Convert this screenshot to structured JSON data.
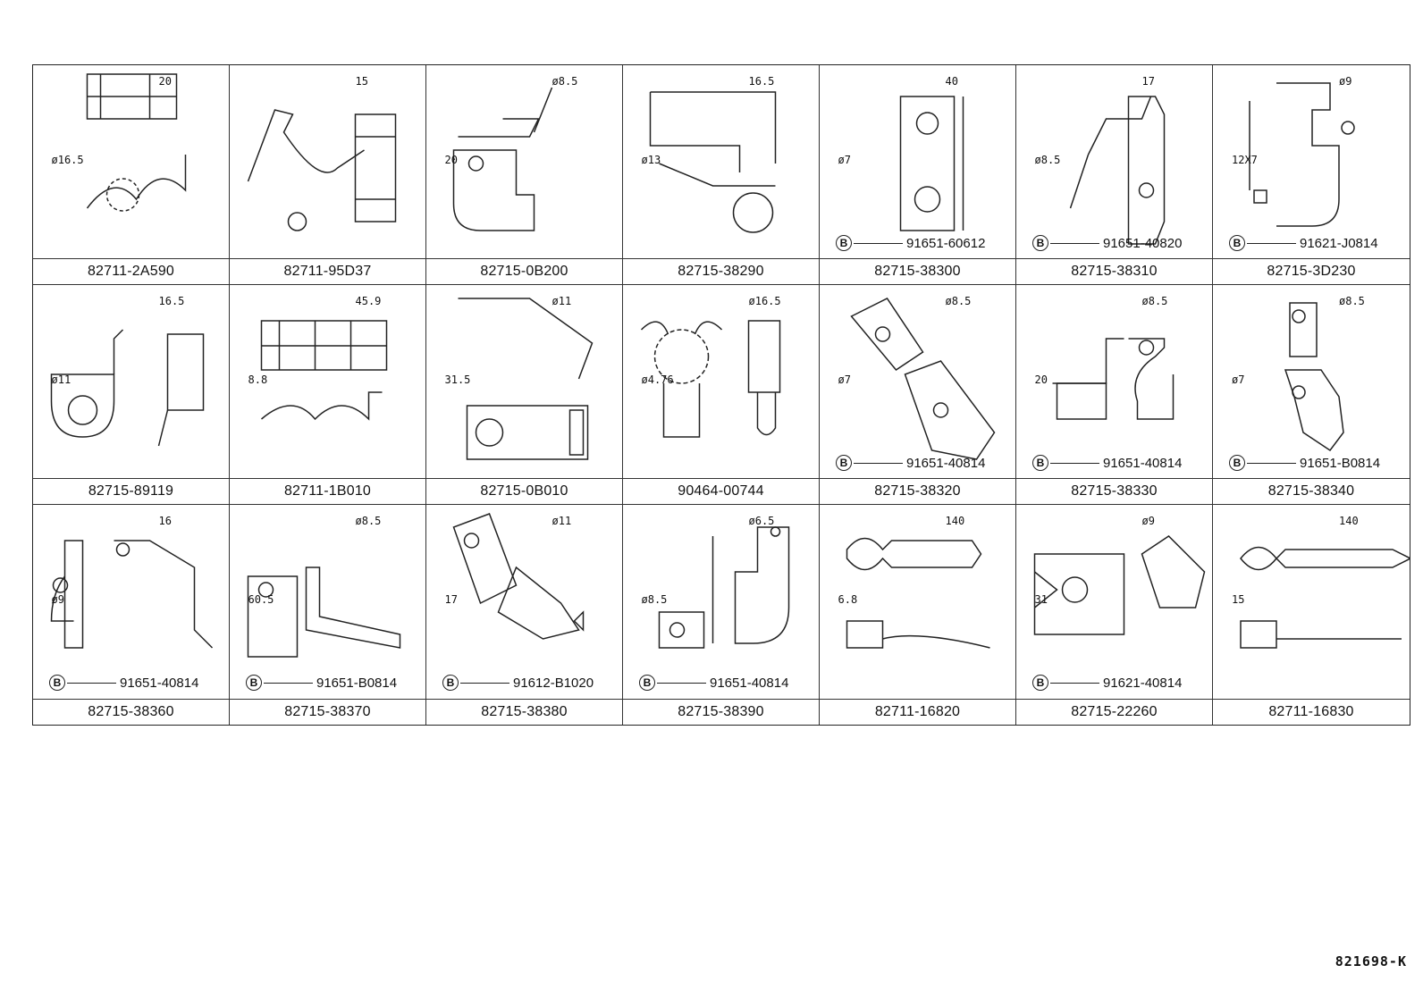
{
  "diagram_code": "821698-K",
  "bolt_mark": "B",
  "cells": [
    {
      "part": "82711-2A590",
      "dims": [
        "20",
        "ø16.5"
      ],
      "bolt": ""
    },
    {
      "part": "82711-95D37",
      "dims": [
        "15"
      ],
      "bolt": ""
    },
    {
      "part": "82715-0B200",
      "dims": [
        "ø8.5",
        "20"
      ],
      "bolt": ""
    },
    {
      "part": "82715-38290",
      "dims": [
        "16.5",
        "ø13"
      ],
      "bolt": ""
    },
    {
      "part": "82715-38300",
      "dims": [
        "40",
        "ø7"
      ],
      "bolt": "91651-60612"
    },
    {
      "part": "82715-38310",
      "dims": [
        "17",
        "ø8.5"
      ],
      "bolt": "91651-40820"
    },
    {
      "part": "82715-3D230",
      "dims": [
        "ø9",
        "12X7"
      ],
      "bolt": "91621-J0814"
    },
    {
      "part": "82715-89119",
      "dims": [
        "16.5",
        "ø11"
      ],
      "bolt": ""
    },
    {
      "part": "82711-1B010",
      "dims": [
        "45.9",
        "8.8"
      ],
      "bolt": ""
    },
    {
      "part": "82715-0B010",
      "dims": [
        "ø11",
        "31.5"
      ],
      "bolt": ""
    },
    {
      "part": "90464-00744",
      "dims": [
        "ø16.5",
        "ø4.76"
      ],
      "bolt": ""
    },
    {
      "part": "82715-38320",
      "dims": [
        "ø8.5",
        "ø7"
      ],
      "bolt": "91651-40814"
    },
    {
      "part": "82715-38330",
      "dims": [
        "ø8.5",
        "20"
      ],
      "bolt": "91651-40814"
    },
    {
      "part": "82715-38340",
      "dims": [
        "ø8.5",
        "ø7"
      ],
      "bolt": "91651-B0814"
    },
    {
      "part": "82715-38360",
      "dims": [
        "16",
        "ø9"
      ],
      "bolt": "91651-40814"
    },
    {
      "part": "82715-38370",
      "dims": [
        "ø8.5",
        "60.5"
      ],
      "bolt": "91651-B0814"
    },
    {
      "part": "82715-38380",
      "dims": [
        "ø11",
        "17"
      ],
      "bolt": "91612-B1020"
    },
    {
      "part": "82715-38390",
      "dims": [
        "ø6.5",
        "ø8.5"
      ],
      "bolt": "91651-40814"
    },
    {
      "part": "82711-16820",
      "dims": [
        "140",
        "6.8"
      ],
      "bolt": ""
    },
    {
      "part": "82715-22260",
      "dims": [
        "ø9",
        "31"
      ],
      "bolt": "91621-40814"
    },
    {
      "part": "82711-16830",
      "dims": [
        "140",
        "15"
      ],
      "bolt": ""
    }
  ]
}
